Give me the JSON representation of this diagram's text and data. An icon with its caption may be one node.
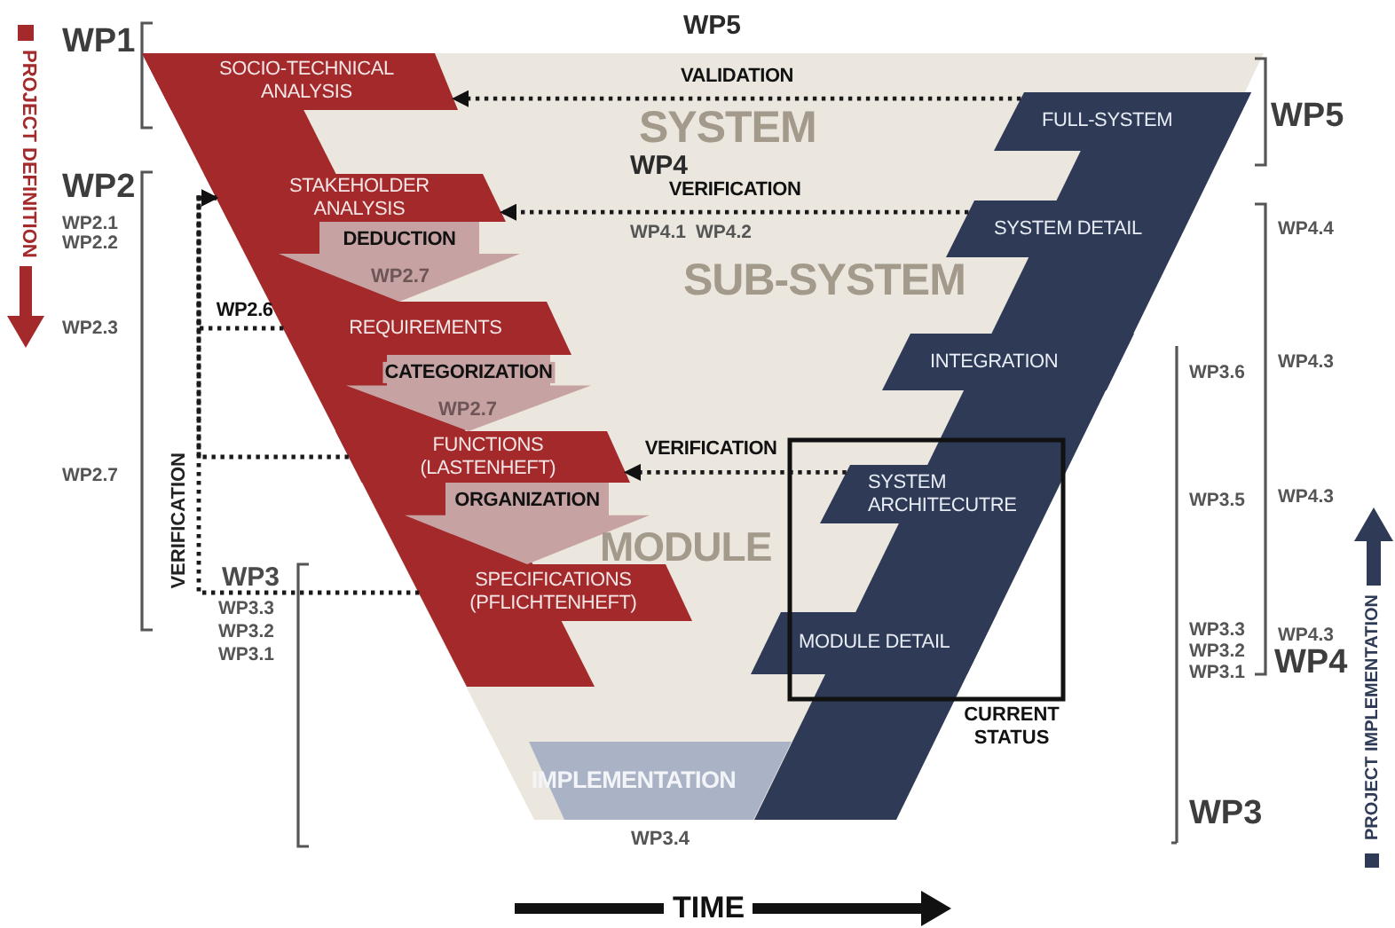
{
  "diagram": {
    "nodes": [
      {
        "text": [
          "SOCIO-TECHNICAL ANALYSIS"
        ]
      },
      {
        "text": [
          "STAKEHOLDER ANALYSIS"
        ]
      },
      {
        "text": [
          "REQUIREMENTS"
        ]
      },
      {
        "text": [
          "FUNCTIONS (LASTENHEFT)"
        ]
      },
      {
        "text": [
          "SPECIFICATIONS (PFLICHTENHEFT)"
        ]
      },
      {
        "text": [
          "IMPLEMENTATION"
        ],
        "beside": [
          "WP3.4"
        ]
      },
      {
        "text": [
          "FULL-SYSTEM"
        ],
        "beside": [
          "WP5"
        ]
      },
      {
        "text": [
          "SYSTEM DETAIL"
        ]
      },
      {
        "text": [
          "INTEGRATION"
        ]
      },
      {
        "text": [
          "CURRENT STATUS"
        ]
      },
      {
        "text": [
          "SYSTEM ARCHITECUTRE"
        ],
        "in": 9
      },
      {
        "text": [
          "MODULE DETAIL"
        ]
      }
    ],
    "edges": [
      {
        "from": 6,
        "to": 0,
        "arrow": "to",
        "style": "dashed",
        "label": "VALIDATION"
      },
      {
        "from": 7,
        "to": 1,
        "arrow": "to",
        "style": "dashed",
        "label": "VERIFICATION"
      },
      {
        "from": 10,
        "to": 3,
        "arrow": "to",
        "style": "dashed",
        "label": "VERIFICATION"
      },
      {
        "from": 2,
        "to": 1,
        "arrow": "to",
        "style": "dashed",
        "label": "WP2.6"
      },
      {
        "from": 3,
        "to": 1,
        "arrow": "to",
        "style": "dashed"
      },
      {
        "from": 4,
        "to": 1,
        "arrow": "to",
        "style": "dashed"
      },
      {
        "from": 1,
        "to": 2,
        "arrow": "to",
        "style": "thick",
        "color": "#c6a2a3",
        "label": "DEDUCTION"
      },
      {
        "from": 2,
        "to": 3,
        "arrow": "to",
        "style": "thick",
        "color": "#c6a2a3",
        "label": "CATEGORIZATION"
      },
      {
        "from": 3,
        "to": 4,
        "arrow": "to",
        "style": "thick",
        "color": "#c6a2a3",
        "label": "ORGANIZATION"
      }
    ],
    "labels": [
      "PROJECT DEFINITION",
      "WP1",
      "WP5",
      "SYSTEM",
      "WP2",
      "WP2.1",
      "WP2.2",
      "WP4",
      "WP4.1",
      "WP4.2",
      "WP4.4",
      "SUB-SYSTEM",
      "WP2.7",
      "WP2.3",
      "WP3.6",
      "WP4.3",
      "WP2.7",
      "WP2.7",
      "VERIFICATION",
      "WP3.5",
      "WP4.3",
      "MODULE",
      "PROJECT IMPLEMENTATION",
      "WP3",
      "WP3.3",
      "WP3.2",
      "WP3.1",
      "WP3.3",
      "WP3.2",
      "WP3.1",
      "WP4.3",
      "WP4",
      "WP3",
      "TIME"
    ]
  }
}
